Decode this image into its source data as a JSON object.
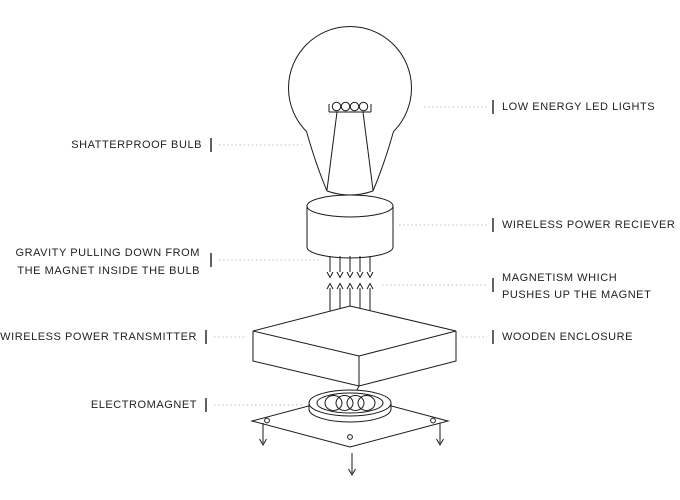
{
  "diagram": {
    "subject": "levitating-light-bulb-exploded-view"
  },
  "labels": {
    "left": {
      "shatterproof_bulb": "SHATTERPROOF BULB",
      "gravity": {
        "line1": "GRAVITY PULLING DOWN FROM",
        "line2": "THE MAGNET INSIDE THE BULB"
      },
      "wireless_power_transmitter": "WIRELESS POWER TRANSMITTER",
      "electromagnet": "ELECTROMAGNET"
    },
    "right": {
      "low_energy_led_lights": "LOW ENERGY LED LIGHTS",
      "wireless_power_reciever": "WIRELESS POWER RECIEVER",
      "magnetism": {
        "line1": "MAGNETISM WHICH",
        "line2": "PUSHES UP THE MAGNET"
      },
      "wooden_enclosure": "WOODEN ENCLOSURE"
    }
  },
  "colors": {
    "background": "#ffffff",
    "line": "#1a1a1a",
    "connector": "#bdbdbd",
    "tick": "#3a3a3a",
    "text": "#1f1f1f"
  }
}
